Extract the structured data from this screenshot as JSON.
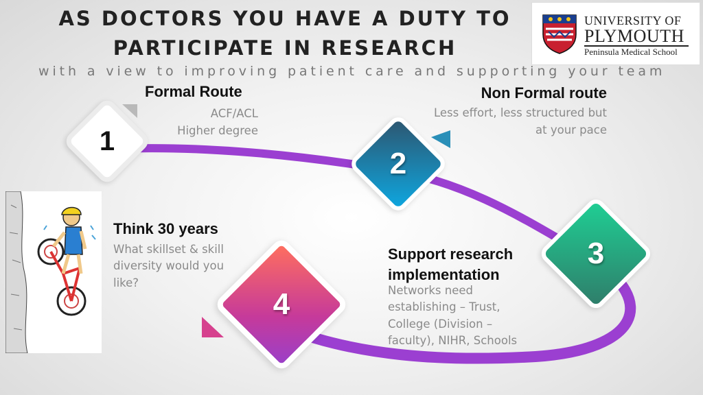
{
  "title": "AS DOCTORS YOU HAVE A DUTY TO PARTICIPATE IN RESEARCH",
  "subtitle": "with a view to improving patient care and supporting your team",
  "logo": {
    "line1": "UNIVERSITY OF",
    "line2": "PLYMOUTH",
    "line3": "Peninsula Medical School"
  },
  "steps": [
    {
      "number": "1",
      "heading": "Formal Route",
      "lines": [
        "ACF/ACL",
        "Higher degree"
      ],
      "color": "#ffffff"
    },
    {
      "number": "2",
      "heading": "Non Formal route",
      "lines": [
        "Less effort, less structured but",
        "at your pace"
      ],
      "color": "#0ea7e0"
    },
    {
      "number": "3",
      "heading": "Support research implementation",
      "lines": [
        "Networks need",
        "establishing – Trust,",
        "College (Division –",
        "faculty), NIHR, Schools"
      ],
      "color": "#1fcf94"
    },
    {
      "number": "4",
      "heading": "Think 30 years",
      "lines": [
        "What skillset & skill",
        "diversity would you",
        "like?"
      ],
      "color": "#e2457a"
    }
  ],
  "path_color": "#9b3fd1"
}
